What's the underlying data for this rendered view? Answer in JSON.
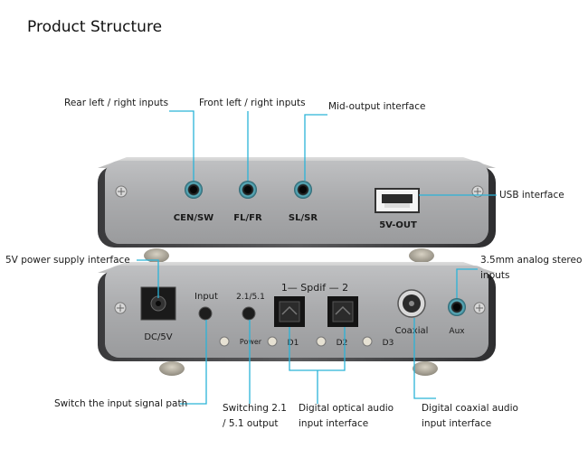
{
  "title": "Product Structure",
  "callouts": {
    "rear_inputs": "Rear left / right inputs",
    "front_inputs": "Front left / right inputs",
    "mid_output": "Mid-output interface",
    "usb_interface": "USB interface",
    "power_supply": "5V power supply interface",
    "analog_stereo_line1": "3.5mm analog stereo",
    "analog_stereo_line2": "inputs",
    "switch_input_path": "Switch the input signal path",
    "switching_line1": "Switching 2.1",
    "switching_line2": "/ 5.1 output",
    "optical_line1": "Digital optical audio",
    "optical_line2": "input interface",
    "coaxial_line1": "Digital coaxial audio",
    "coaxial_line2": "input interface"
  },
  "front_panel": {
    "jack1": "CEN/SW",
    "jack2": "FL/FR",
    "jack3": "SL/SR",
    "usb": "5V-OUT"
  },
  "back_panel": {
    "dc": "DC/5V",
    "input_button": "Input",
    "mode_button": "2.1/5.1",
    "spdif": "1— Spdif — 2",
    "power_led": "Power",
    "d1": "D1",
    "d2": "D2",
    "d3": "D3",
    "coaxial": "Coaxial",
    "aux": "Aux"
  }
}
